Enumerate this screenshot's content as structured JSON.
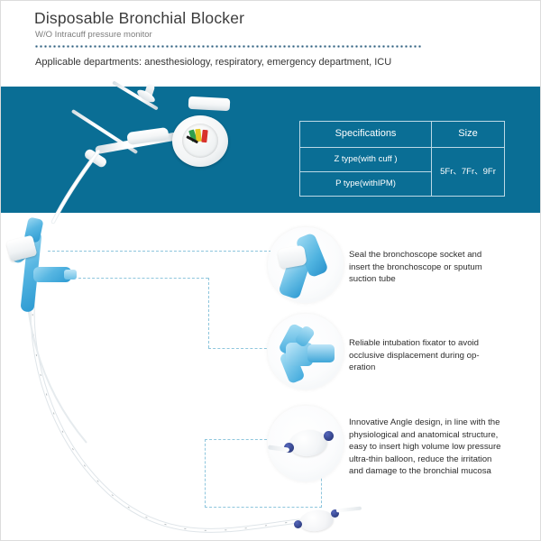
{
  "header": {
    "title": "Disposable Bronchial Blocker",
    "subtitle": "W/O Intracuff pressure monitor",
    "departments": "Applicable departments: anesthesiology, respiratory, emergency department, ICU"
  },
  "colors": {
    "banner_blue": "#0a6e95",
    "table_border": "#bcd9e6",
    "dot_rule": "#2e5f7f",
    "dash_line": "#8ec6dd",
    "device_blue": "#57b6e2",
    "marker_blue": "#2b3f86",
    "title_text": "#3c3c3c",
    "subtitle_text": "#7d7d7d"
  },
  "spec_table": {
    "headers": [
      "Specifications",
      "Size"
    ],
    "rows": [
      {
        "spec": "Z type(with cuff )"
      },
      {
        "spec": "P type(withIPM)"
      }
    ],
    "size_value": "5Fr、7Fr、9Fr"
  },
  "features": [
    {
      "id": "feature-1",
      "text": "Seal the bronchoscope socket and insert the bronchoscope or sputum suction tube",
      "image_name": "swivel-adapter-photo"
    },
    {
      "id": "feature-2",
      "text": "Reliable intubation fixator to avoid occlusive displacement during op-eration",
      "image_name": "intubation-fixator-photo"
    },
    {
      "id": "feature-3",
      "text": "Innovative Angle design, in line with the physiological and anatomical structure, easy to insert high volume low pressure ultra-thin balloon, reduce the irritation and damage to the bronchial mucosa",
      "image_name": "balloon-cuff-photo"
    }
  ],
  "product_images": {
    "banner_photo": "bronchial-blocker-with-pressure-monitor-photo",
    "main_photo": "bronchial-blocker-catheter-photo"
  }
}
